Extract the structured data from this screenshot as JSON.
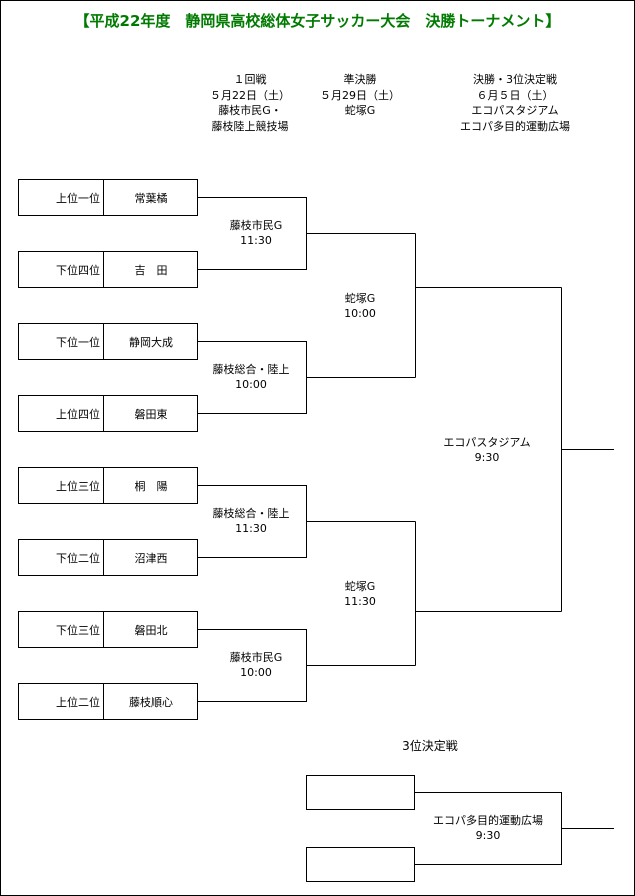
{
  "title": "【平成22年度　静岡県高校総体女子サッカー大会　決勝トーナメント】",
  "rounds": [
    {
      "name": "１回戦",
      "date": "５月22日（土）",
      "venue1": "藤枝市民G・",
      "venue2": "藤枝陸上競技場"
    },
    {
      "name": "準決勝",
      "date": "５月29日（土）",
      "venue1": "蛇塚G"
    },
    {
      "name": "決勝・3位決定戦",
      "date": "６月５日（土）",
      "venue1": "エコパスタジアム",
      "venue2": "エコパ多目的運動広場"
    }
  ],
  "teams": [
    {
      "seed": "上位一位",
      "name": "常葉橘"
    },
    {
      "seed": "下位四位",
      "name": "吉　田"
    },
    {
      "seed": "下位一位",
      "name": "静岡大成"
    },
    {
      "seed": "上位四位",
      "name": "磐田東"
    },
    {
      "seed": "上位三位",
      "name": "桐　陽"
    },
    {
      "seed": "下位二位",
      "name": "沼津西"
    },
    {
      "seed": "下位三位",
      "name": "磐田北"
    },
    {
      "seed": "上位二位",
      "name": "藤枝順心"
    }
  ],
  "first_round": [
    {
      "venue": "藤枝市民G",
      "time": "11:30"
    },
    {
      "venue": "藤枝総合・陸上",
      "time": "10:00"
    },
    {
      "venue": "藤枝総合・陸上",
      "time": "11:30"
    },
    {
      "venue": "藤枝市民G",
      "time": "10:00"
    }
  ],
  "semifinals": [
    {
      "venue": "蛇塚G",
      "time": "10:00"
    },
    {
      "venue": "蛇塚G",
      "time": "11:30"
    }
  ],
  "final": {
    "venue": "エコパスタジアム",
    "time": "9:30"
  },
  "third_place": {
    "heading": "3位決定戦",
    "venue": "エコパ多目的運動広場",
    "time": "9:30"
  }
}
